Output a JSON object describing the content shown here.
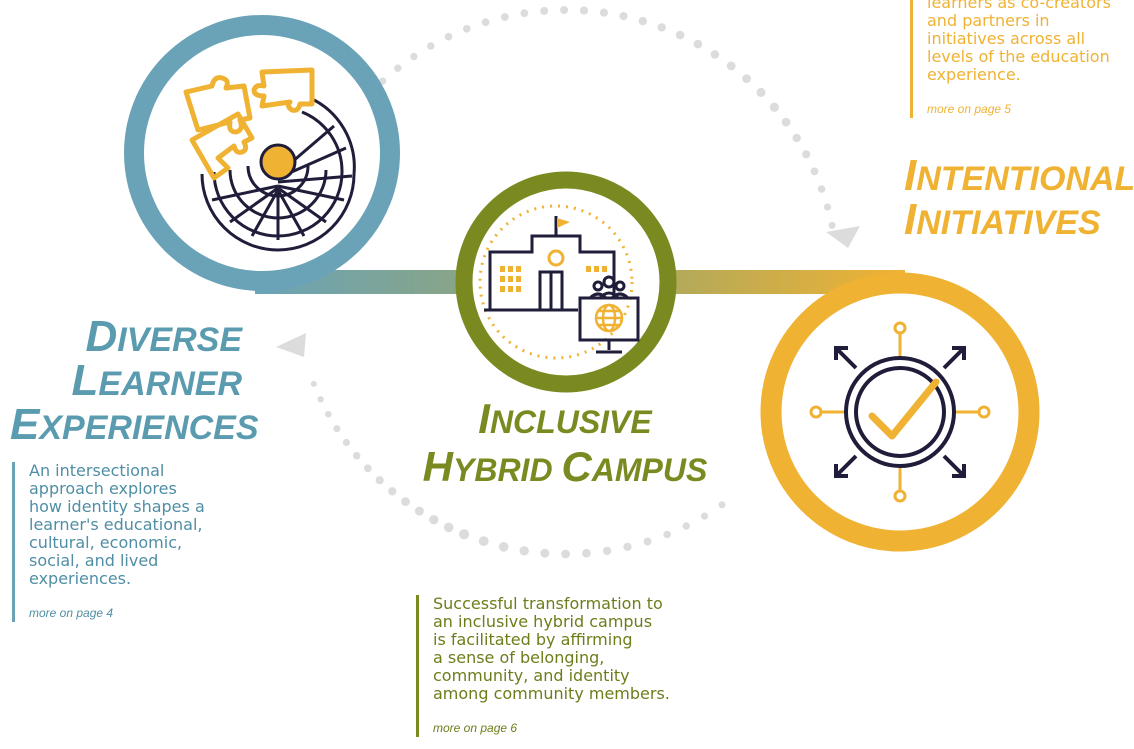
{
  "colors": {
    "blue": "#6aa3b8",
    "olive": "#7a8a21",
    "gold": "#f0b233",
    "navy": "#1f1d3a",
    "dots": "#dcdcdc"
  },
  "sections": {
    "diverse": {
      "title_lines": [
        {
          "cap": "D",
          "rest": "IVERSE"
        },
        {
          "cap": "L",
          "rest": "EARNER"
        },
        {
          "cap": "E",
          "rest": "XPERIENCES"
        }
      ],
      "body_lines": [
        "An intersectional",
        "approach explores",
        "how identity shapes a",
        "learner's educational,",
        "cultural, economic,",
        "social, and lived",
        "experiences."
      ],
      "more": "more on page 4",
      "icon": "puzzle-spiral-icon"
    },
    "inclusive": {
      "title_lines": [
        {
          "cap": "I",
          "rest": "NCLUSIVE"
        },
        {
          "cap": "H",
          "rest": "YBRID ",
          "cap2": "C",
          "rest2": "AMPUS"
        }
      ],
      "body_lines": [
        "Successful transformation to",
        "an inclusive hybrid campus",
        "is facilitated by affirming",
        "a sense of belonging,",
        "community, and identity",
        "among community members."
      ],
      "more": "more on page 6",
      "icon": "campus-computer-icon"
    },
    "intentional": {
      "title_lines": [
        {
          "cap": "I",
          "rest": "NTENTIONAL"
        },
        {
          "cap": "I",
          "rest": "NITIATIVES"
        }
      ],
      "body_lines": [
        "learners as co-creators",
        "and partners in",
        "initiatives across all",
        "levels of the education",
        "experience."
      ],
      "more": "more on page 5",
      "icon": "checkmark-arrows-icon"
    }
  }
}
